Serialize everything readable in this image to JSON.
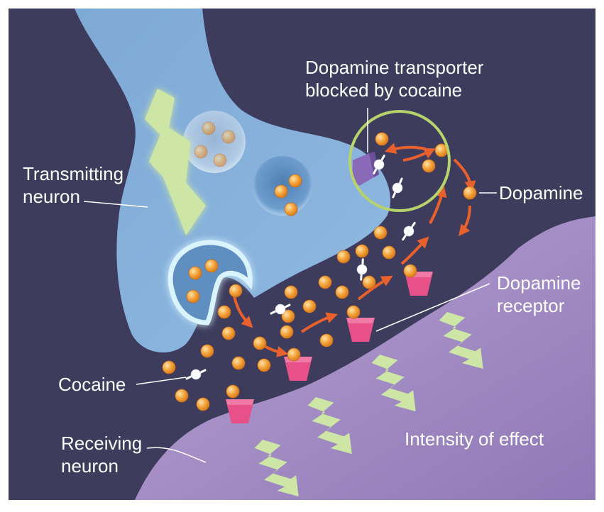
{
  "labels": {
    "transporter": [
      "Dopamine transporter",
      "blocked by cocaine"
    ],
    "transmitting": [
      "Transmitting",
      "neuron"
    ],
    "dopamine": "Dopamine",
    "receptor": [
      "Dopamine",
      "receptor"
    ],
    "cocaine": "Cocaine",
    "receiving": [
      "Receiving",
      "neuron"
    ],
    "intensity": "Intensity of effect"
  },
  "colors": {
    "background": "#3d3c5c",
    "frame": "#ffffff",
    "transmitting_neuron": "#8ab4dc",
    "receiving_neuron": "#a08ac0",
    "vesicle": "#6f9fcf",
    "dopamine": "#f2a23a",
    "arrow": "#e8612c",
    "receptor": "#e8508a",
    "signal_arrow": "#cde6a6",
    "transporter": "#8a6ab8",
    "highlight_circle": "#b7d36b",
    "label_text": "#ffffff"
  },
  "icons": {
    "dopamine": "orange-sphere",
    "cocaine": "white-molecule",
    "signal": "zigzag-arrow"
  }
}
